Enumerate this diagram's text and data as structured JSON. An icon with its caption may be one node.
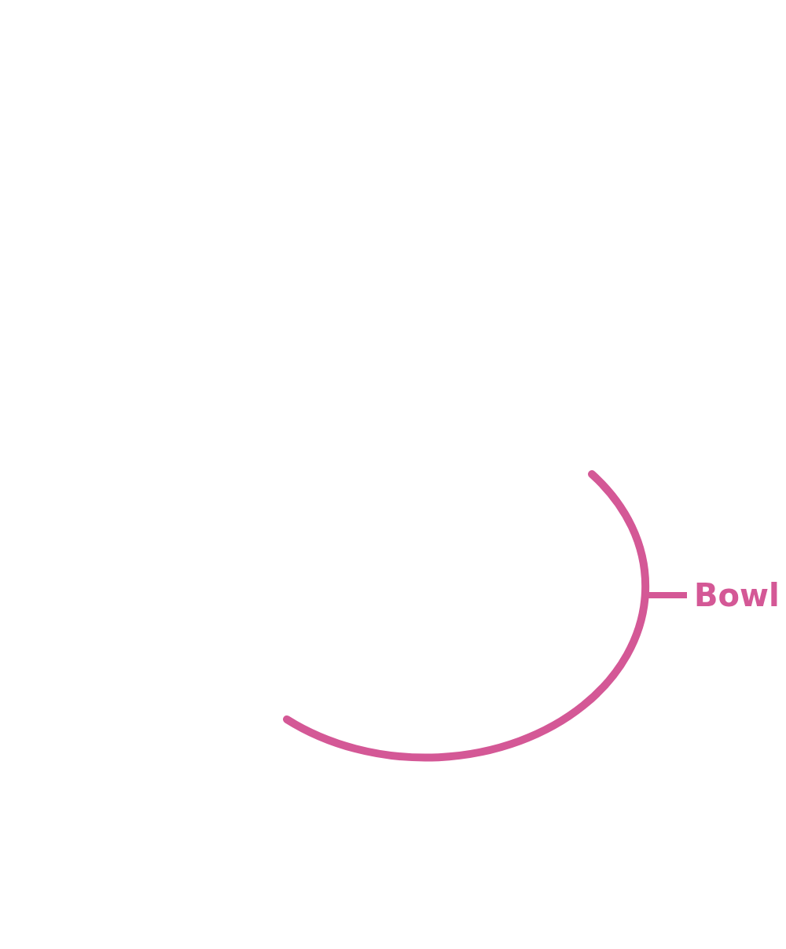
{
  "diagram": {
    "nodes": [
      {
        "text": [
          "Bowl"
        ]
      },
      {
        "text": [],
        "shape": "arc"
      }
    ],
    "edges": [
      {
        "from": 0,
        "to": 1,
        "arrow": "none"
      }
    ]
  }
}
